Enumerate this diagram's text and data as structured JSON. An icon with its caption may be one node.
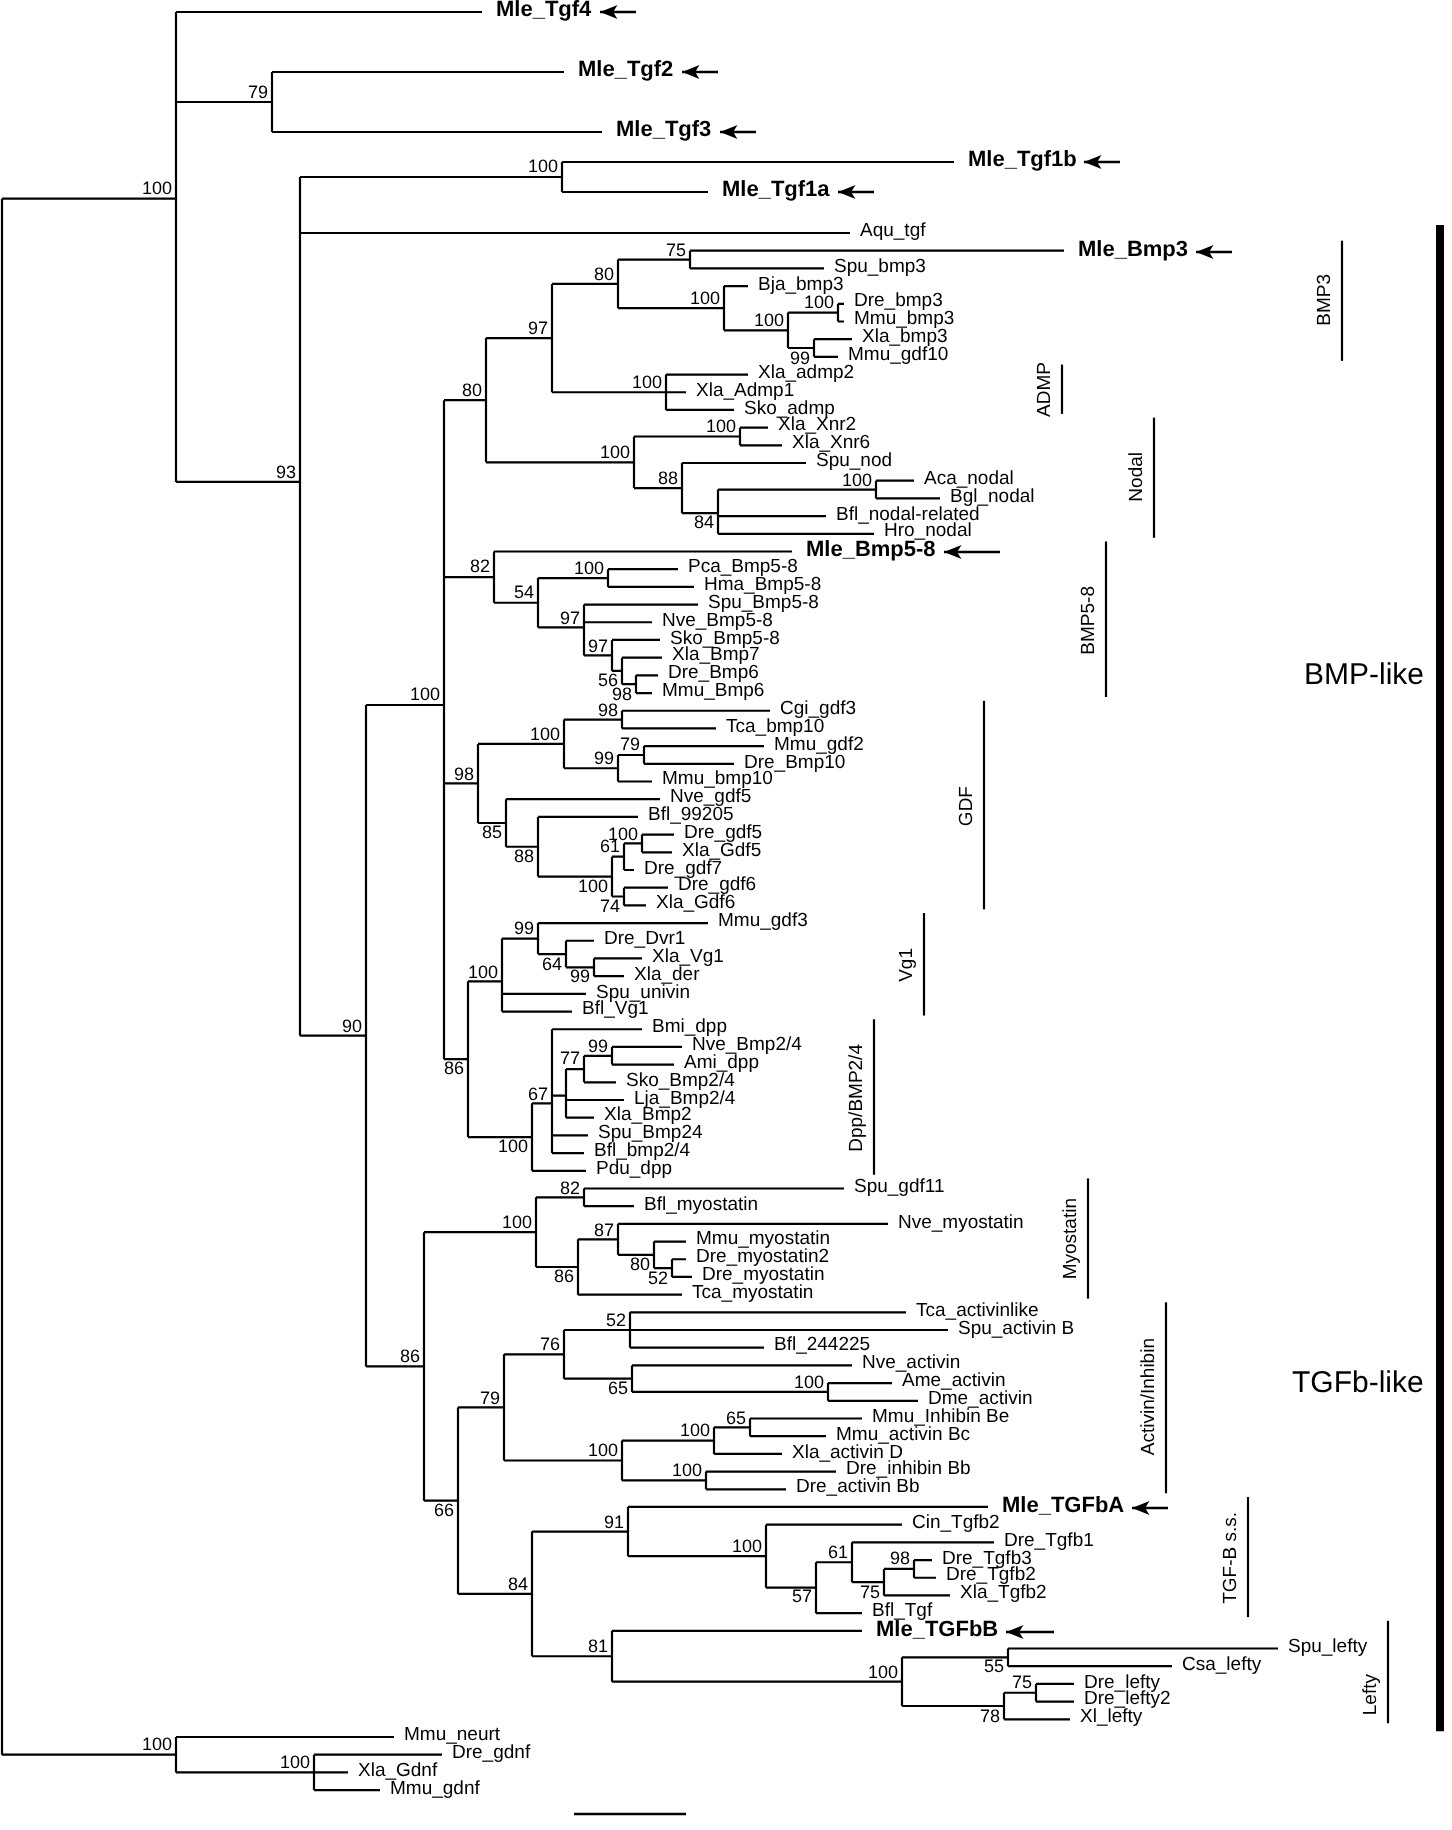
{
  "diagram": {
    "nodes": [
      {
        "text": [
          "Mle_Tgf4"
        ]
      },
      {
        "text": [
          "Mle_Tgf2"
        ]
      },
      {
        "text": [
          "Mle_Tgf3"
        ]
      },
      {
        "text": [
          "Mle_Tgf1b"
        ]
      },
      {
        "text": [
          "Mle_Tgf1a"
        ]
      },
      {
        "text": [
          "Mle_Bmp3"
        ]
      },
      {
        "text": [
          "Mle_Bmp5-8"
        ]
      },
      {
        "text": [
          "Mle_TGFbA"
        ]
      },
      {
        "text": [
          "Mle_TGFbB"
        ]
      }
    ],
    "edges": [
      {
        "from": null,
        "to": 0,
        "arrow": "to"
      },
      {
        "from": null,
        "to": 1,
        "arrow": "to"
      },
      {
        "from": null,
        "to": 2,
        "arrow": "to"
      },
      {
        "from": null,
        "to": 3,
        "arrow": "to"
      },
      {
        "from": null,
        "to": 4,
        "arrow": "to"
      },
      {
        "from": null,
        "to": 5,
        "arrow": "to"
      },
      {
        "from": null,
        "to": 6,
        "arrow": "to"
      },
      {
        "from": null,
        "to": 7,
        "arrow": "to"
      },
      {
        "from": null,
        "to": 8,
        "arrow": "to"
      }
    ],
    "labels": [
      "100",
      "79",
      "93",
      "100",
      "Aqu_tgf",
      "90",
      "100",
      "80",
      "97",
      "80",
      "75",
      "Spu_bmp3",
      "100",
      "Bja_bmp3",
      "100",
      "100",
      "Dre_bmp3",
      "Mmu_bmp3",
      "99",
      "Xla_bmp3",
      "Mmu_gdf10",
      "100",
      "Xla_admp2",
      "Xla_Admp1",
      "Sko_admp",
      "100",
      "100",
      "Xla_Xnr2",
      "Xla_Xnr6",
      "88",
      "Spu_nod",
      "84",
      "100",
      "Aca_nodal",
      "Bgl_nodal",
      "Bfl_nodal-related",
      "Hro_nodal",
      "82",
      "54",
      "100",
      "Pca_Bmp5-8",
      "Hma_Bmp5-8",
      "97",
      "Spu_Bmp5-8",
      "Nve_Bmp5-8",
      "97",
      "Sko_Bmp5-8",
      "56",
      "Xla_Bmp7",
      "98",
      "Dre_Bmp6",
      "Mmu_Bmp6",
      "98",
      "100",
      "98",
      "Cgi_gdf3",
      "Tca_bmp10",
      "99",
      "79",
      "Mmu_gdf2",
      "Dre_Bmp10",
      "Mmu_bmp10",
      "85",
      "Nve_gdf5",
      "88",
      "Bfl_99205",
      "100",
      "61",
      "100",
      "Dre_gdf5",
      "Xla_Gdf5",
      "Dre_gdf7",
      "74",
      "Dre_gdf6",
      "Xla_Gdf6",
      "86",
      "100",
      "99",
      "Mmu_gdf3",
      "64",
      "Dre_Dvr1",
      "99",
      "Xla_Vg1",
      "Xla_der",
      "Spu_univin",
      "Bfl_Vg1",
      "100",
      "67",
      "Bmi_dpp",
      "77",
      "99",
      "Nve_Bmp2/4",
      "Ami_dpp",
      "Sko_Bmp2/4",
      "Lja_Bmp2/4",
      "Xla_Bmp2",
      "Spu_Bmp24",
      "Bfl_bmp2/4",
      "Pdu_dpp",
      "86",
      "100",
      "82",
      "Spu_gdf11",
      "Bfl_myostatin",
      "86",
      "87",
      "Nve_myostatin",
      "80",
      "Mmu_myostatin",
      "52",
      "Dre_myostatin2",
      "Dre_myostatin",
      "Tca_myostatin",
      "66",
      "79",
      "76",
      "52",
      "Tca_activinlike",
      "Spu_activin B",
      "Bfl_244225",
      "65",
      "Nve_activin",
      "100",
      "Ame_activin",
      "Dme_activin",
      "100",
      "100",
      "65",
      "Mmu_Inhibin Be",
      "Mmu_activin Bc",
      "Xla_activin D",
      "100",
      "Dre_inhibin Bb",
      "Dre_activin Bb",
      "84",
      "91",
      "100",
      "Cin_Tgfb2",
      "57",
      "61",
      "Dre_Tgfb1",
      "75",
      "98",
      "Dre_Tgfb3",
      "Dre_Tgfb2",
      "Xla_Tgfb2",
      "Bfl_Tgf",
      "81",
      "100",
      "55",
      "Spu_lefty",
      "Csa_lefty",
      "78",
      "75",
      "Dre_lefty",
      "Dre_lefty2",
      "Xl_lefty",
      "100",
      "Mmu_neurt",
      "100",
      "Dre_gdnf",
      "Xla_Gdnf",
      "Mmu_gdnf",
      "BMP3",
      "ADMP",
      "Nodal",
      "BMP5-8",
      "BMP-like",
      "GDF",
      "Vg1",
      "Dpp/BMP2/4",
      "Myostatin",
      "TGFb-like",
      "Activin/Inhibin",
      "TGF-B s.s.",
      "Lefty"
    ]
  }
}
